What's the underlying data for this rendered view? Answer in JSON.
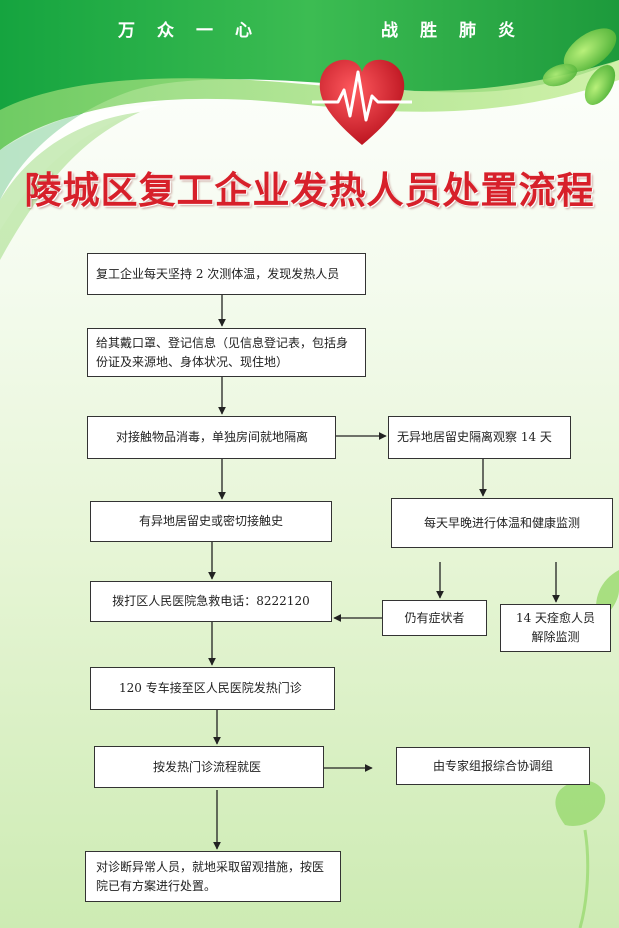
{
  "header": {
    "slogan_left": "万众一心",
    "slogan_right": "战胜肺炎",
    "title": "陵城区复工企业发热人员处置流程"
  },
  "flow": {
    "step1": "复工企业每天坚持 2 次测体温，发现发热人员",
    "step2": "给其戴口罩、登记信息（见信息登记表，包括身份证及来源地、身体状况、现住地）",
    "step3": "对接触物品消毒，单独房间就地隔离",
    "step4": "有异地居留史或密切接触史",
    "step5": "拨打区人民医院急救电话：8222120",
    "step6": "120 专车接至区人民医院发热门诊",
    "step7": "按发热门诊流程就医",
    "step8": "对诊断异常人员，就地采取留观措施，按医院已有方案进行处置。",
    "branch1": "无异地居留史隔离观察 14 天",
    "branch2": "每天早晚进行体温和健康监测",
    "branch3": "仍有症状者",
    "branch4": "14 天痊愈人员解除监测",
    "report": "由专家组报综合协调组"
  },
  "colors": {
    "title_red": "#d7202a",
    "heart_red": "#d9232d",
    "banner_green": "#2eb24b",
    "background_light_green": "#e6f5d5"
  }
}
